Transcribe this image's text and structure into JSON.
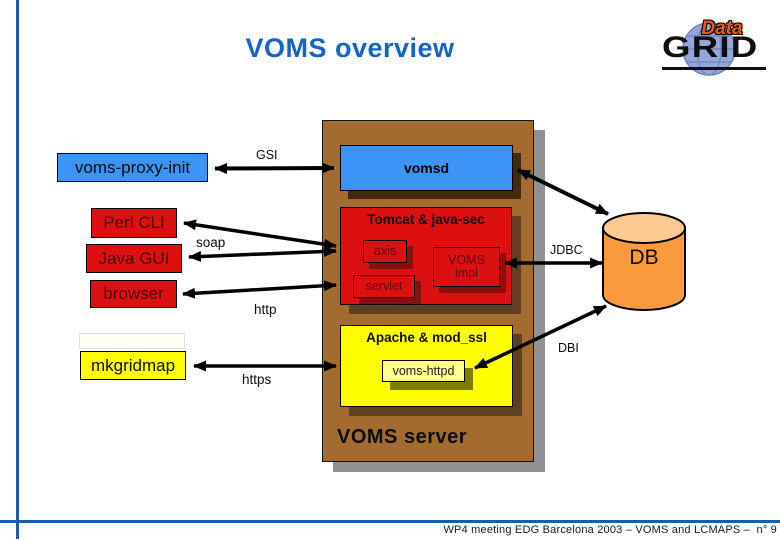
{
  "slide": {
    "title": "VOMS overview",
    "footer": "WP4 meeting EDG Barcelona 2003 – VOMS and LCMAPS –  n° 9"
  },
  "logo": {
    "top": "Data",
    "bottom": "GRID"
  },
  "clients": {
    "voms_proxy_init": "voms-proxy-init",
    "perl_cli": "Perl CLI",
    "java_gui": "Java GUI",
    "browser": "browser",
    "mkgridmap": "mkgridmap"
  },
  "server": {
    "label": "VOMS server",
    "vomsd": "vomsd",
    "tomcat": {
      "label": "Tomcat & java-sec",
      "axis": "axis",
      "servlet": "servlet",
      "voms_impl": "VOMS impl"
    },
    "apache": {
      "label": "Apache & mod_ssl",
      "voms_httpd": "voms-httpd"
    }
  },
  "database": {
    "label": "DB"
  },
  "protocols": {
    "gsi": "GSI",
    "soap": "soap",
    "http": "http",
    "https": "https",
    "jdbc": "JDBC",
    "dbi": "DBI"
  },
  "colors": {
    "title_blue": "#1563c8",
    "frame_line_blue": "#1b5ea8",
    "box_blue": "#3b94f6",
    "box_red": "#dc1010",
    "box_yellow": "#ffff00",
    "container_brown": "#a36b2f",
    "container_shadow_gray": "#919191",
    "db_orange": "#fb9a3c",
    "db_top_orange": "#fcc98f",
    "logo_orange": "#ed5b0e"
  }
}
